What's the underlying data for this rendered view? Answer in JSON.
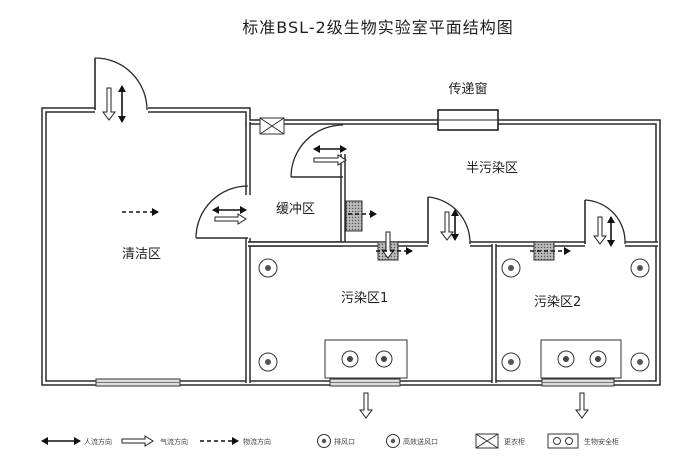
{
  "title": "标准BSL-2级生物实验室平面结构图",
  "rooms": {
    "clean": "清洁区",
    "buffer": "缓冲区",
    "semi": "半污染区",
    "contam1": "污染区1",
    "contam2": "污染区2",
    "pass_window": "传递窗"
  },
  "legend": {
    "person_flow": "人流方向",
    "air_flow": "气流方向",
    "material_flow": "物流方向",
    "exhaust_filter": "排风口",
    "hepa_supply": "高效送风口",
    "shoe_cabinet": "更衣柜",
    "biosafety_cabinet": "生物安全柜"
  }
}
